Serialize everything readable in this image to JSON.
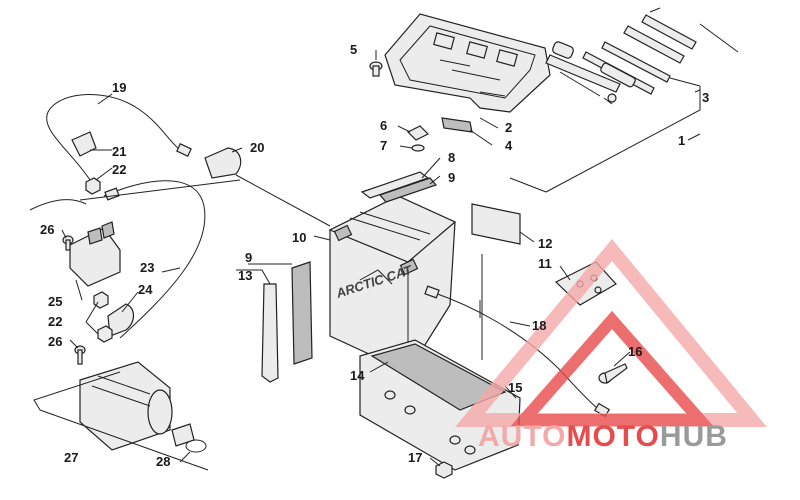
{
  "callouts": [
    {
      "id": "1",
      "label": "1"
    },
    {
      "id": "2",
      "label": "2"
    },
    {
      "id": "3",
      "label": "3"
    },
    {
      "id": "4",
      "label": "4"
    },
    {
      "id": "5",
      "label": "5"
    },
    {
      "id": "6",
      "label": "6"
    },
    {
      "id": "7",
      "label": "7"
    },
    {
      "id": "8",
      "label": "8"
    },
    {
      "id": "9a",
      "label": "9"
    },
    {
      "id": "9b",
      "label": "9"
    },
    {
      "id": "10",
      "label": "10"
    },
    {
      "id": "11",
      "label": "11"
    },
    {
      "id": "12",
      "label": "12"
    },
    {
      "id": "13",
      "label": "13"
    },
    {
      "id": "14",
      "label": "14"
    },
    {
      "id": "15",
      "label": "15"
    },
    {
      "id": "16",
      "label": "16"
    },
    {
      "id": "17",
      "label": "17"
    },
    {
      "id": "18",
      "label": "18"
    },
    {
      "id": "19",
      "label": "19"
    },
    {
      "id": "20",
      "label": "20"
    },
    {
      "id": "21",
      "label": "21"
    },
    {
      "id": "22a",
      "label": "22"
    },
    {
      "id": "22b",
      "label": "22"
    },
    {
      "id": "23",
      "label": "23"
    },
    {
      "id": "24",
      "label": "24"
    },
    {
      "id": "25",
      "label": "25"
    },
    {
      "id": "26a",
      "label": "26"
    },
    {
      "id": "26b",
      "label": "26"
    },
    {
      "id": "27",
      "label": "27"
    },
    {
      "id": "28",
      "label": "28"
    }
  ],
  "battery_label": "ARCTIC CAT",
  "watermark": {
    "part1": "AUTO",
    "part2": "MOTO",
    "part3": "HUB",
    "color_light": "#f4a9a9",
    "color_strong": "#e84b4b",
    "color_dark": "#9a9a9a"
  }
}
